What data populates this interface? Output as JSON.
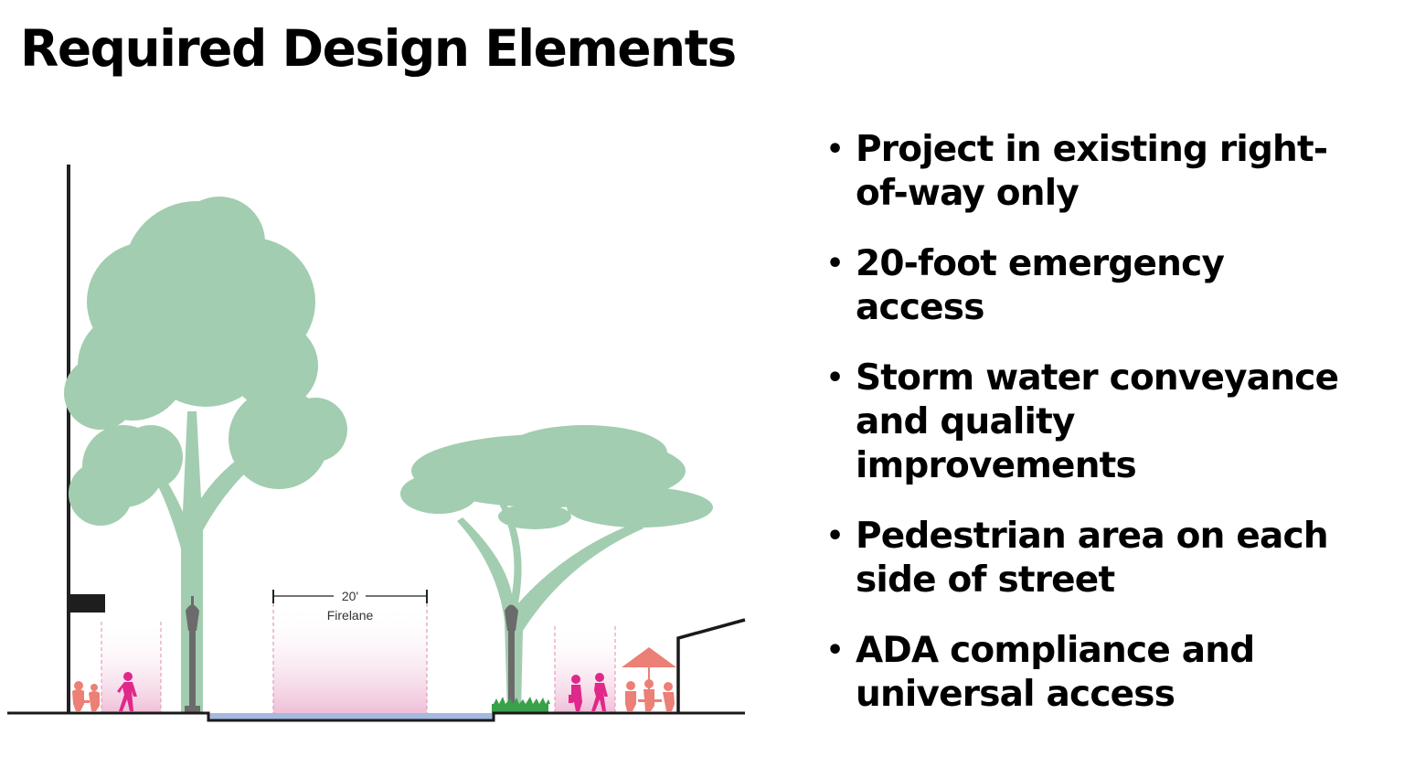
{
  "slide": {
    "title": "Required Design Elements"
  },
  "diagram": {
    "description": "Street cross-section diagram",
    "dimension_label": "20'",
    "zone_label": "Firelane",
    "colors": {
      "tree": "#a2cdb0",
      "pedestrian_zone": "#f1c6db",
      "pedestrian_figure": "#e0288a",
      "seating_figure": "#ec7f76",
      "roadway": "#a5b9de",
      "ground_line": "#1a1a1a",
      "lamp": "#6b6b6b",
      "grass": "#3aa04a"
    }
  },
  "bullets": [
    {
      "text": "Project in existing right-of-way only",
      "line1": "Project in existing right-",
      "line2": "of-way only"
    },
    {
      "text": "20-foot emergency access",
      "line1": "20-foot emergency",
      "line2": "access"
    },
    {
      "text": "Storm water conveyance and quality improvements",
      "line1": "Storm water conveyance",
      "line2": "and quality",
      "line3": "improvements"
    },
    {
      "text": "Pedestrian area on each side of street",
      "line1": "Pedestrian area on each",
      "line2": "side of street"
    },
    {
      "text": "ADA compliance and universal access",
      "line1": "ADA compliance and",
      "line2": "universal access"
    }
  ],
  "bullet_glyph": "•"
}
